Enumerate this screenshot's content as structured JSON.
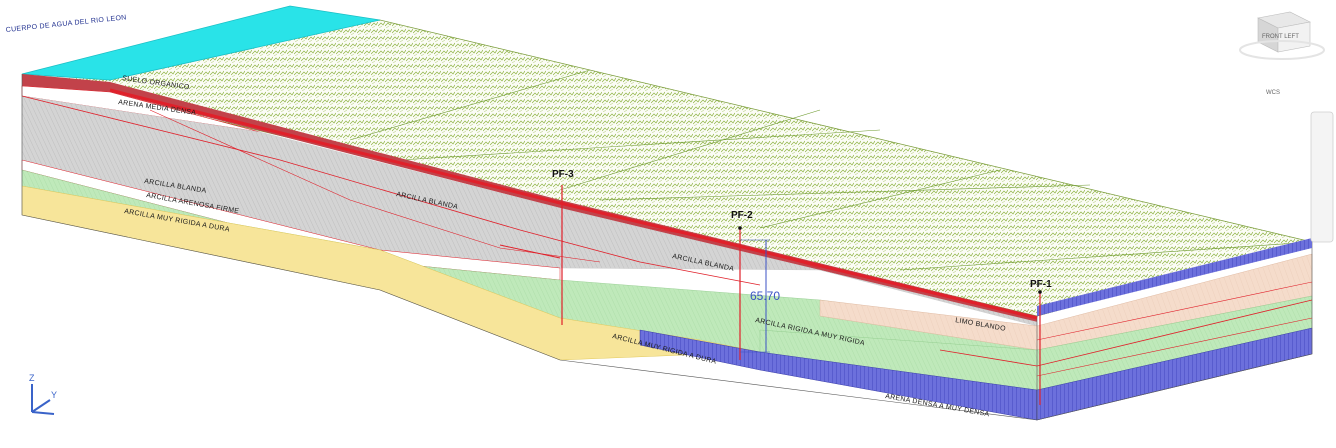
{
  "viewport": {
    "viewcube_face": "FRONT LEFT",
    "viewcube_compass": "WCS",
    "ucs_axis_z": "Z",
    "ucs_axis_y": "Y"
  },
  "labels": {
    "water_body": "CUERPO DE AGUA DEL RIO LEON",
    "suelo_organico": "SUELO ORGANICO",
    "arena_media_densa": "ARENA MEDIA DENSA",
    "arcilla_blanda_left": "ARCILLA BLANDA",
    "arcilla_arenosa_firme": "ARCILLA ARENOSA FIRME",
    "arcilla_muy_rigida_left": "ARCILLA MUY RIGIDA A DURA",
    "arcilla_blanda_mid": "ARCILLA BLANDA",
    "arcilla_blanda_center": "ARCILLA BLANDA",
    "arcilla_rigida_muy_rigida": "ARCILLA RIGIDA A MUY RIGIDA",
    "arcilla_muy_rigida_bottom": "ARCILLA MUY RIGIDA A DURA",
    "limo_blando": "LIMO BLANDO",
    "arena_densa_muy_densa": "ARENA DENSA A MUY DENSA"
  },
  "wells": {
    "pf3": "PF-3",
    "pf2": "PF-2",
    "pf1": "PF-1"
  },
  "dimension": {
    "value": "65.70"
  },
  "colors": {
    "water": "#29e3e8",
    "topsoil_hatch": "#9ebd4a",
    "clay_grey": "#d0d0d0",
    "sand_green": "#bfe7b8",
    "clay_yellow": "#f7e59a",
    "silt_peach": "#f3d9c6",
    "dense_sand_blue": "#5a5fd4",
    "red_line": "#e0202a"
  }
}
